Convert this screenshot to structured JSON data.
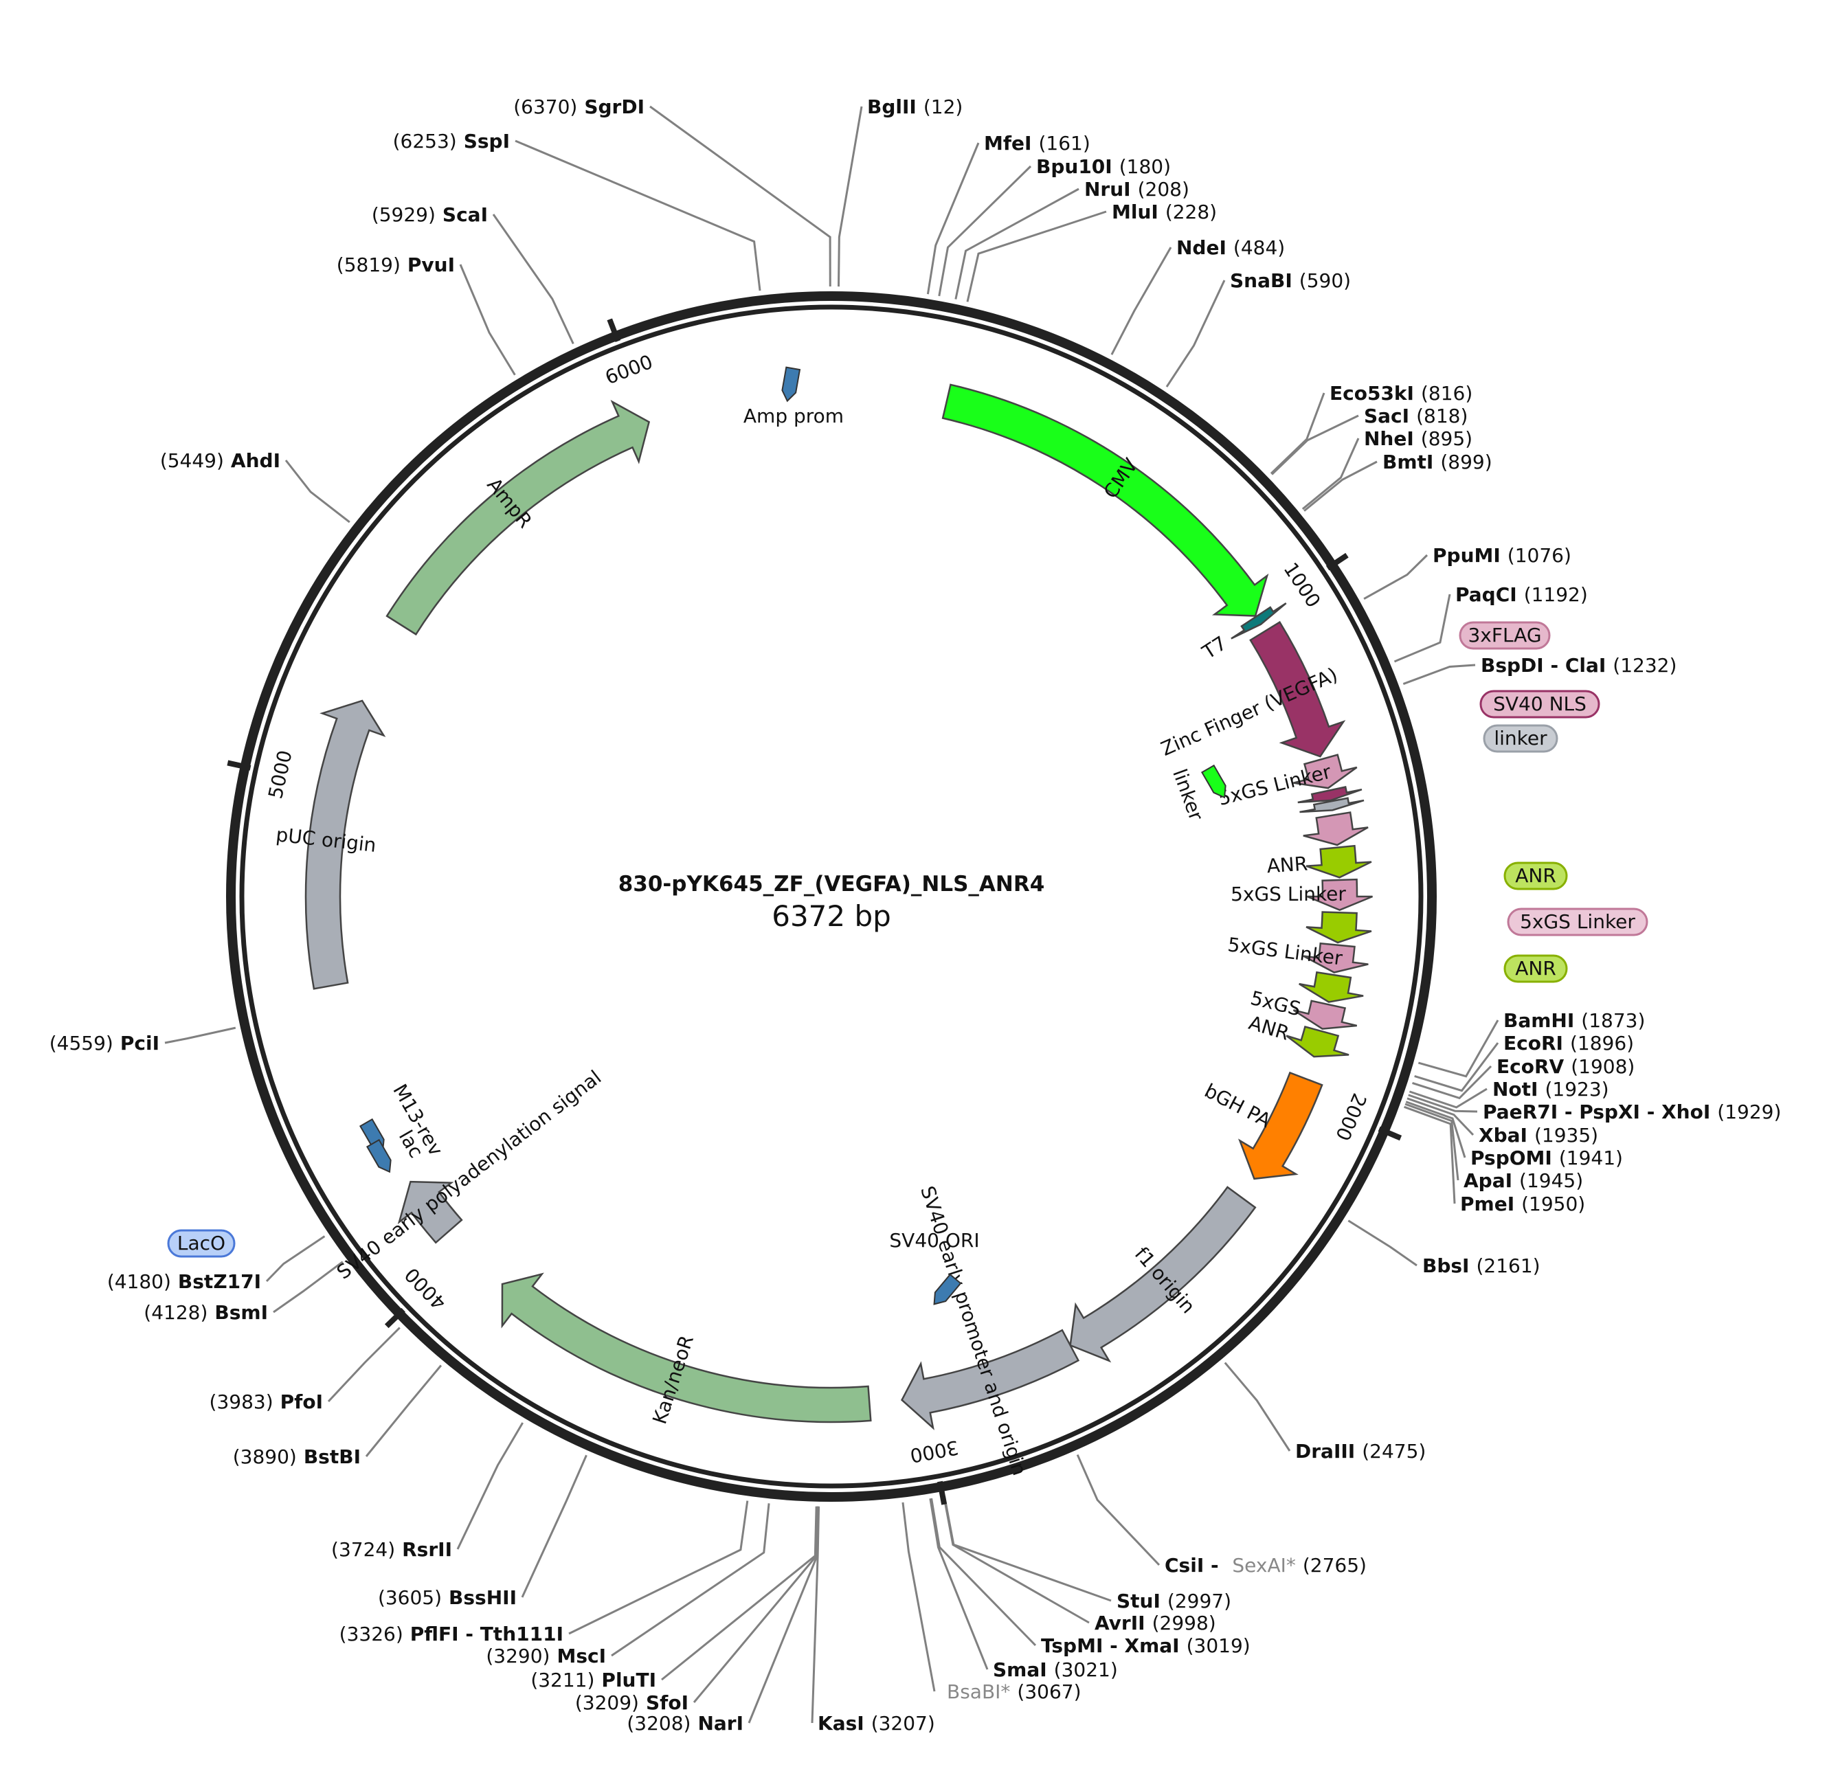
{
  "plasmid": {
    "name": "830-pYK645_ZF_(VEGFA)_NLS_ANR4",
    "length_label": "6372 bp",
    "length_bp": 6372
  },
  "ticks": [
    {
      "bp": 1000,
      "label": "1000"
    },
    {
      "bp": 2000,
      "label": "2000"
    },
    {
      "bp": 3000,
      "label": "3000"
    },
    {
      "bp": 4000,
      "label": "4000"
    },
    {
      "bp": 5000,
      "label": "5000"
    },
    {
      "bp": 6000,
      "label": "6000"
    }
  ],
  "features": [
    {
      "id": "cmv",
      "label": "CMV",
      "start": 232,
      "end": 1000,
      "color": "#19ff19",
      "label_inside": true
    },
    {
      "id": "t7",
      "label": "T7",
      "start": 1002,
      "end": 1020,
      "color": "#0d7a7a",
      "label_inside": false
    },
    {
      "id": "zinc-finger",
      "label": "Zinc Finger (VEGFA)",
      "start": 1036,
      "end": 1310,
      "color": "#993366",
      "label_inside": false
    },
    {
      "id": "gs-linker-1",
      "label": "5xGS Linker",
      "start": 1316,
      "end": 1375,
      "color": "#d497b5",
      "label_inside": false
    },
    {
      "id": "nls-box",
      "label": "",
      "start": 1380,
      "end": 1400,
      "color": "#993366",
      "label_inside": false
    },
    {
      "id": "linker-box",
      "label": "",
      "start": 1402,
      "end": 1420,
      "color": "#aab0b8",
      "label_inside": false
    },
    {
      "id": "gs-linker-2",
      "label": "",
      "start": 1430,
      "end": 1490,
      "color": "#d497b5",
      "label_inside": false
    },
    {
      "id": "anr-1",
      "label": "ANR",
      "start": 1495,
      "end": 1555,
      "color": "#99cc00",
      "label_inside": false
    },
    {
      "id": "gs-linker-3",
      "label": "5xGS Linker",
      "start": 1560,
      "end": 1620,
      "color": "#d497b5",
      "label_inside": false
    },
    {
      "id": "anr-2",
      "label": "",
      "start": 1625,
      "end": 1685,
      "color": "#99cc00",
      "label_inside": false
    },
    {
      "id": "gs-linker-4",
      "label": "5xGS Linker",
      "start": 1690,
      "end": 1745,
      "color": "#d497b5",
      "label_inside": false
    },
    {
      "id": "anr-3",
      "label": "",
      "start": 1750,
      "end": 1805,
      "color": "#99cc00",
      "label_inside": false
    },
    {
      "id": "gs-linker-5",
      "label": "5xGS",
      "start": 1810,
      "end": 1860,
      "color": "#d497b5",
      "label_inside": false
    },
    {
      "id": "anr-4",
      "label": "ANR",
      "start": 1865,
      "end": 1918,
      "color": "#99cc00",
      "label_inside": false
    },
    {
      "id": "bgh-pa",
      "label": "bGH PA",
      "start": 1965,
      "end": 2190,
      "color": "#ff8000",
      "label_inside": false
    },
    {
      "id": "f1-origin",
      "label": "f1 origin",
      "start": 2235,
      "end": 2690,
      "color": "#a9aeb6",
      "label_inside": true
    },
    {
      "id": "sv40-prom",
      "label": "SV40 early promoter and origin",
      "start": 2690,
      "end": 3045,
      "color": "#a9aeb6",
      "label_inside": false
    },
    {
      "id": "kan-neor",
      "label": "Kan/neoR",
      "start": 3110,
      "end": 3900,
      "color": "#8fbf8f",
      "label_inside": true
    },
    {
      "id": "sv40-pa",
      "label": "SV40 early polyadenylation signal",
      "start": 4050,
      "end": 4175,
      "color": "#a9aeb6",
      "label_inside": false
    },
    {
      "id": "puc-origin",
      "label": "pUC origin",
      "start": 4600,
      "end": 5180,
      "color": "#a9aeb6",
      "label_inside": true
    },
    {
      "id": "ampr",
      "label": "AmpR",
      "start": 5350,
      "end": 6000,
      "color": "#8fbf8f",
      "label_inside": true
    }
  ],
  "inner_features": [
    {
      "id": "amp-prom",
      "label": "Amp prom",
      "color": "#3d7bb0"
    },
    {
      "id": "sv40-ori",
      "label": "SV40 ORI",
      "color": "#3d7bb0"
    },
    {
      "id": "linker-small",
      "label": "linker",
      "color": "#19ff19"
    },
    {
      "id": "m13-rev",
      "label": "M13-rev",
      "color": "#3d7bb0"
    },
    {
      "id": "lac",
      "label": "lac",
      "color": "#3d7bb0"
    }
  ],
  "callouts": [
    {
      "id": "3xflag",
      "label": "3xFLAG",
      "fill": "#e6b8cc",
      "stroke": "#c07898"
    },
    {
      "id": "sv40-nls",
      "label": "SV40 NLS",
      "fill": "#e6b8cc",
      "stroke": "#993366"
    },
    {
      "id": "linker",
      "label": "linker",
      "fill": "#c8ccd2",
      "stroke": "#9aa0a8"
    },
    {
      "id": "anr-a",
      "label": "ANR",
      "fill": "#bde35f",
      "stroke": "#88b000"
    },
    {
      "id": "gs-linker",
      "label": "5xGS Linker",
      "fill": "#ecc8d8",
      "stroke": "#c07898"
    },
    {
      "id": "anr-b",
      "label": "ANR",
      "fill": "#bde35f",
      "stroke": "#88b000"
    },
    {
      "id": "laco",
      "label": "LacO",
      "fill": "#b8d0f8",
      "stroke": "#4a78d8"
    }
  ],
  "sites": [
    {
      "name": "BglII",
      "pos": "(12)",
      "side": "right"
    },
    {
      "name": "MfeI",
      "pos": "(161)",
      "side": "right"
    },
    {
      "name": "Bpu10I",
      "pos": "(180)",
      "side": "right"
    },
    {
      "name": "NruI",
      "pos": "(208)",
      "side": "right"
    },
    {
      "name": "MluI",
      "pos": "(228)",
      "side": "right"
    },
    {
      "name": "NdeI",
      "pos": "(484)",
      "side": "right"
    },
    {
      "name": "SnaBI",
      "pos": "(590)",
      "side": "right"
    },
    {
      "name": "Eco53kI",
      "pos": "(816)",
      "side": "right"
    },
    {
      "name": "SacI",
      "pos": "(818)",
      "side": "right"
    },
    {
      "name": "NheI",
      "pos": "(895)",
      "side": "right"
    },
    {
      "name": "BmtI",
      "pos": "(899)",
      "side": "right"
    },
    {
      "name": "PpuMI",
      "pos": "(1076)",
      "side": "right"
    },
    {
      "name": "PaqCI",
      "pos": "(1192)",
      "side": "right"
    },
    {
      "name": "BspDI - ClaI",
      "pos": "(1232)",
      "side": "right"
    },
    {
      "name": "BamHI",
      "pos": "(1873)",
      "side": "right"
    },
    {
      "name": "EcoRI",
      "pos": "(1896)",
      "side": "right"
    },
    {
      "name": "EcoRV",
      "pos": "(1908)",
      "side": "right"
    },
    {
      "name": "NotI",
      "pos": "(1923)",
      "side": "right"
    },
    {
      "name": "PaeR7I - PspXI - XhoI",
      "pos": "(1929)",
      "side": "right"
    },
    {
      "name": "XbaI",
      "pos": "(1935)",
      "side": "right"
    },
    {
      "name": "PspOMI",
      "pos": "(1941)",
      "side": "right"
    },
    {
      "name": "ApaI",
      "pos": "(1945)",
      "side": "right"
    },
    {
      "name": "PmeI",
      "pos": "(1950)",
      "side": "right"
    },
    {
      "name": "BbsI",
      "pos": "(2161)",
      "side": "right"
    },
    {
      "name": "DraIII",
      "pos": "(2475)",
      "side": "right"
    },
    {
      "name": "CsiI - ",
      "star": "SexAI*",
      "pos": "(2765)",
      "side": "right"
    },
    {
      "name": "StuI",
      "pos": "(2997)",
      "side": "right"
    },
    {
      "name": "AvrII",
      "pos": "(2998)",
      "side": "right"
    },
    {
      "name": "TspMI - XmaI",
      "pos": "(3019)",
      "side": "right"
    },
    {
      "name": "SmaI",
      "pos": "(3021)",
      "side": "right"
    },
    {
      "name": "",
      "star": "BsaBI*",
      "pos": "(3067)",
      "side": "right"
    },
    {
      "name": "KasI",
      "pos": "(3207)",
      "side": "right"
    },
    {
      "name": "NarI",
      "pos": "(3208)",
      "side": "left"
    },
    {
      "name": "SfoI",
      "pos": "(3209)",
      "side": "left"
    },
    {
      "name": "PluTI",
      "pos": "(3211)",
      "side": "left"
    },
    {
      "name": "MscI",
      "pos": "(3290)",
      "side": "left"
    },
    {
      "name": "PflFI - Tth111I",
      "pos": "(3326)",
      "side": "left"
    },
    {
      "name": "BssHII",
      "pos": "(3605)",
      "side": "left"
    },
    {
      "name": "RsrII",
      "pos": "(3724)",
      "side": "left"
    },
    {
      "name": "BstBI",
      "pos": "(3890)",
      "side": "left"
    },
    {
      "name": "PfoI",
      "pos": "(3983)",
      "side": "left"
    },
    {
      "name": "BsmI",
      "pos": "(4128)",
      "side": "left"
    },
    {
      "name": "BstZ17I",
      "pos": "(4180)",
      "side": "left"
    },
    {
      "name": "PciI",
      "pos": "(4559)",
      "side": "left"
    },
    {
      "name": "AhdI",
      "pos": "(5449)",
      "side": "left"
    },
    {
      "name": "PvuI",
      "pos": "(5819)",
      "side": "left"
    },
    {
      "name": "ScaI",
      "pos": "(5929)",
      "side": "left"
    },
    {
      "name": "SspI",
      "pos": "(6253)",
      "side": "left"
    },
    {
      "name": "SgrDI",
      "pos": "(6370)",
      "side": "left"
    }
  ]
}
